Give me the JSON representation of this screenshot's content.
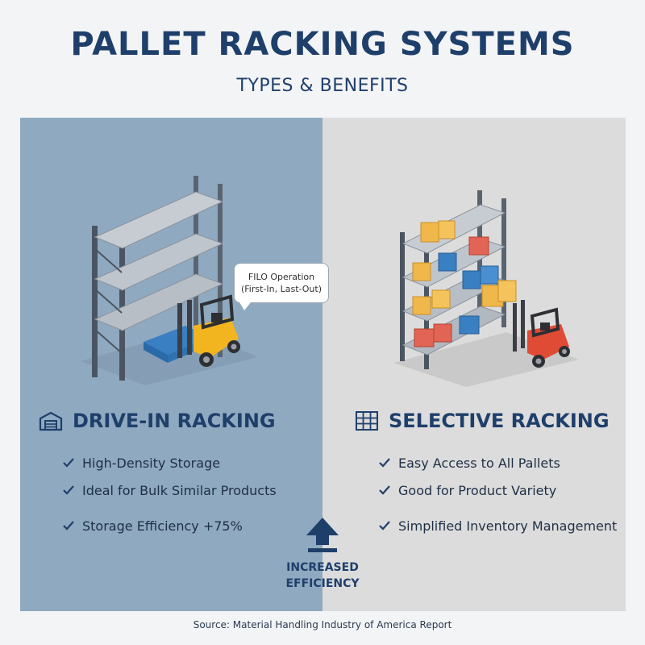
{
  "header": {
    "title": "PALLET RACKING SYSTEMS",
    "subtitle": "TYPES & BENEFITS"
  },
  "drive_in": {
    "heading": "DRIVE-IN RACKING",
    "icon": "warehouse-icon",
    "callout_line1": "FILO Operation",
    "callout_line2": "(First-In, Last-Out)",
    "benefits": [
      "High-Density Storage",
      "Ideal for Bulk Similar Products",
      "Storage Efficiency +75%"
    ]
  },
  "selective": {
    "heading": "SELECTIVE RACKING",
    "icon": "shelving-grid-icon",
    "benefits": [
      "Easy Access to All Pallets",
      "Good for Product Variety",
      "Simplified Inventory Management"
    ]
  },
  "efficiency": {
    "line1": "INCREASED",
    "line2": "EFFICIENCY",
    "icon": "up-arrow-icon"
  },
  "footer": {
    "source": "Source: Material Handling Industry of America Report"
  },
  "colors": {
    "navy": "#1f3f6b",
    "left_panel": "#8fa9c0",
    "right_panel": "#dcdcdc",
    "forklift_left": "#f2b51f",
    "forklift_right": "#e04b36",
    "pallet_blue": "#3a7fc1"
  }
}
